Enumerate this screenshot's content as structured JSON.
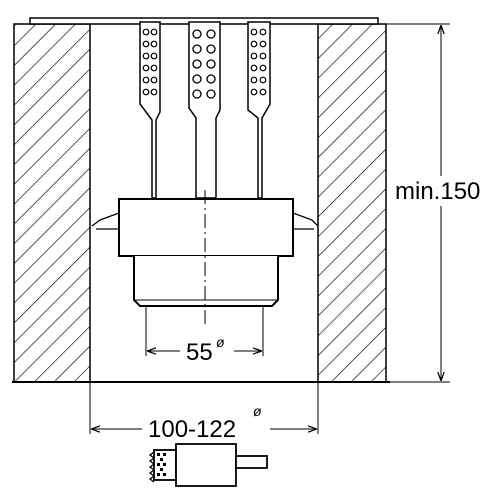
{
  "diagram": {
    "labels": {
      "height": "min.150",
      "inner_diameter": "55",
      "inner_diameter_symbol": "ø",
      "hole_diameter": "100-122",
      "hole_diameter_symbol": "ø"
    }
  }
}
